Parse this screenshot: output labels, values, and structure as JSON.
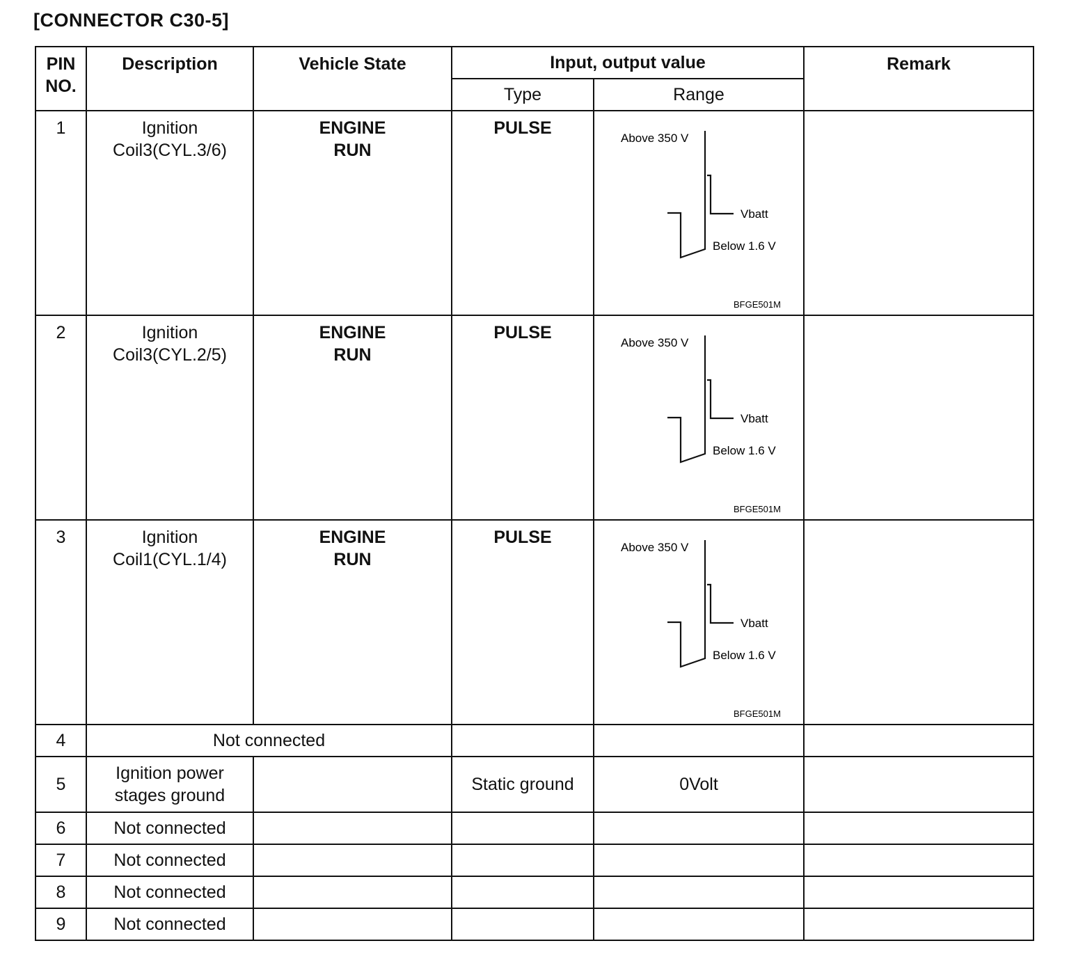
{
  "document": {
    "title": "[CONNECTOR C30-5]"
  },
  "table": {
    "headers": {
      "pin": "PIN NO.",
      "description": "Description",
      "vehicle_state": "Vehicle State",
      "io_value": "Input, output value",
      "type": "Type",
      "range": "Range",
      "remark": "Remark"
    },
    "rows": [
      {
        "pin": "1",
        "description_line1": "Ignition",
        "description_line2": "Coil3(CYL.3/6)",
        "state_line1": "ENGINE",
        "state_line2": "RUN",
        "type": "PULSE",
        "range": {
          "above": "Above 350 V",
          "vbatt": "Vbatt",
          "below": "Below 1.6 V",
          "code": "BFGE501M"
        },
        "remark": ""
      },
      {
        "pin": "2",
        "description_line1": "Ignition",
        "description_line2": "Coil3(CYL.2/5)",
        "state_line1": "ENGINE",
        "state_line2": "RUN",
        "type": "PULSE",
        "range": {
          "above": "Above 350 V",
          "vbatt": "Vbatt",
          "below": "Below 1.6 V",
          "code": "BFGE501M"
        },
        "remark": ""
      },
      {
        "pin": "3",
        "description_line1": "Ignition",
        "description_line2": "Coil1(CYL.1/4)",
        "state_line1": "ENGINE",
        "state_line2": "RUN",
        "type": "PULSE",
        "range": {
          "above": "Above 350 V",
          "vbatt": "Vbatt",
          "below": "Below 1.6 V",
          "code": "BFGE501M"
        },
        "remark": ""
      },
      {
        "pin": "4",
        "description": "Not connected"
      },
      {
        "pin": "5",
        "description_line1": "Ignition power",
        "description_line2": "stages ground",
        "type": "Static ground",
        "range": "0Volt"
      },
      {
        "pin": "6",
        "description": "Not connected"
      },
      {
        "pin": "7",
        "description": "Not connected"
      },
      {
        "pin": "8",
        "description": "Not connected"
      },
      {
        "pin": "9",
        "description": "Not connected"
      }
    ]
  }
}
